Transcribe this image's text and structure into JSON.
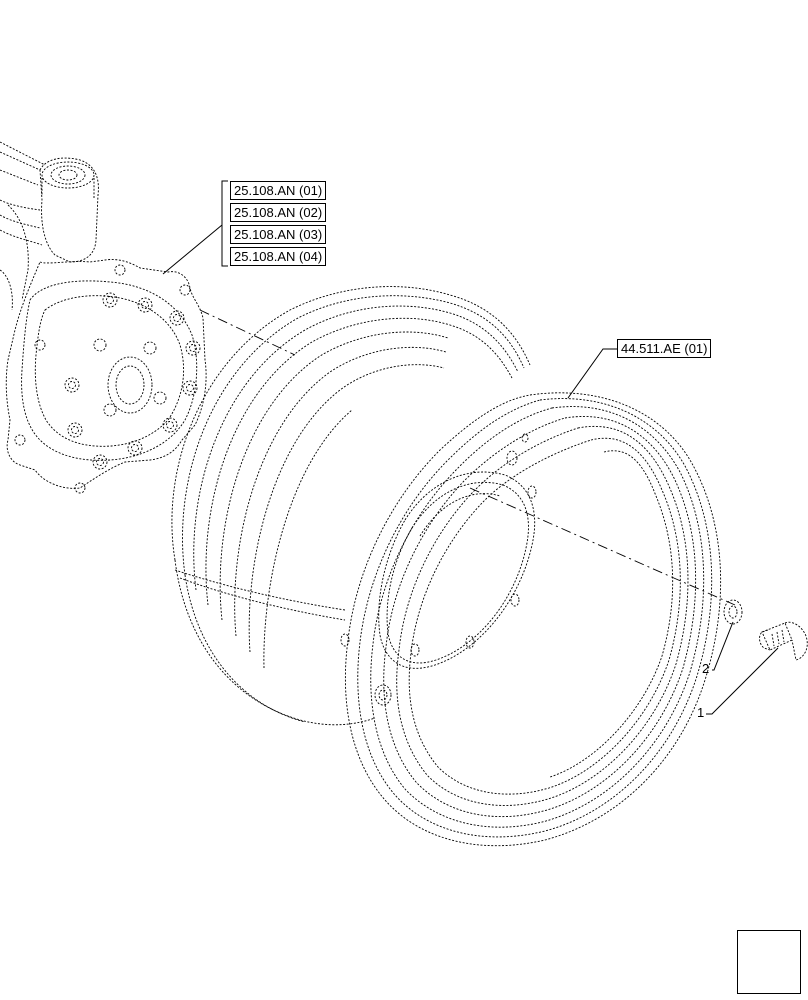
{
  "ref_labels": [
    {
      "id": "axle-ref-1",
      "text": "25.108.AN (01)"
    },
    {
      "id": "axle-ref-2",
      "text": "25.108.AN (02)"
    },
    {
      "id": "axle-ref-3",
      "text": "25.108.AN (03)"
    },
    {
      "id": "axle-ref-4",
      "text": "25.108.AN (04)"
    },
    {
      "id": "wheel-ref",
      "text": "44.511.AE (01)"
    }
  ],
  "callouts": [
    {
      "id": "washer",
      "text": "2"
    },
    {
      "id": "bolt",
      "text": "1"
    }
  ],
  "icons": {
    "navigation": "arrow-back-icon"
  }
}
